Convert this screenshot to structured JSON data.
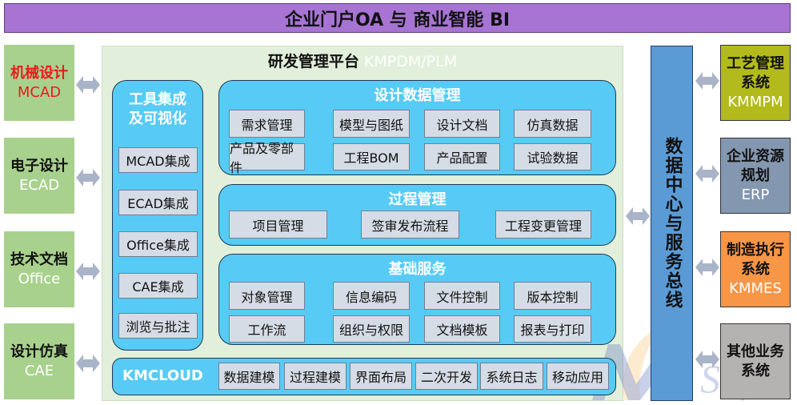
{
  "title": "企业门户OA 与 商业智能 BI",
  "left_systems": [
    {
      "name": "机械设计",
      "sub": "MCAD",
      "name_color": "#e81b1b",
      "sub_color": "#e81b1b"
    },
    {
      "name": "电子设计",
      "sub": "ECAD"
    },
    {
      "name": "技术文档",
      "sub": "Office"
    },
    {
      "name": "设计仿真",
      "sub": "CAE"
    }
  ],
  "platform": {
    "title": "研发管理平台",
    "subtitle": "KMPDM/PLM"
  },
  "tools": {
    "title": "工具集成\n及可视化",
    "title_l1": "工具集成",
    "title_l2": "及可视化",
    "items": [
      "MCAD集成",
      "ECAD集成",
      "Office集成",
      "CAE集成",
      "浏览与批注"
    ]
  },
  "design_data": {
    "title": "设计数据管理",
    "items": [
      "需求管理",
      "模型与图纸",
      "设计文档",
      "仿真数据",
      "产品及零部件",
      "工程BOM",
      "产品配置",
      "试验数据"
    ]
  },
  "process": {
    "title": "过程管理",
    "items": [
      "项目管理",
      "签审发布流程",
      "工程变更管理"
    ]
  },
  "basic": {
    "title": "基础服务",
    "items": [
      "对象管理",
      "信息编码",
      "文件控制",
      "版本控制",
      "工作流",
      "组织与权限",
      "文档模板",
      "报表与打印"
    ]
  },
  "cloud": {
    "title": "KMCLOUD",
    "items": [
      "数据建模",
      "过程建模",
      "界面布局",
      "二次开发",
      "系统日志",
      "移动应用"
    ]
  },
  "bus": "数据中心与服务总线",
  "right_systems": [
    {
      "name": "工艺管理系统",
      "sub": "KMMPM",
      "color": "#b3bb1c"
    },
    {
      "name": "企业资源规划",
      "sub": "ERP",
      "color": "#8497b0"
    },
    {
      "name": "制造执行系统",
      "sub": "KMMES",
      "color": "#f79646"
    },
    {
      "name": "其他业务系统",
      "sub": "",
      "color": "#b5b2b2"
    }
  ],
  "logo_text": "KMSoft"
}
